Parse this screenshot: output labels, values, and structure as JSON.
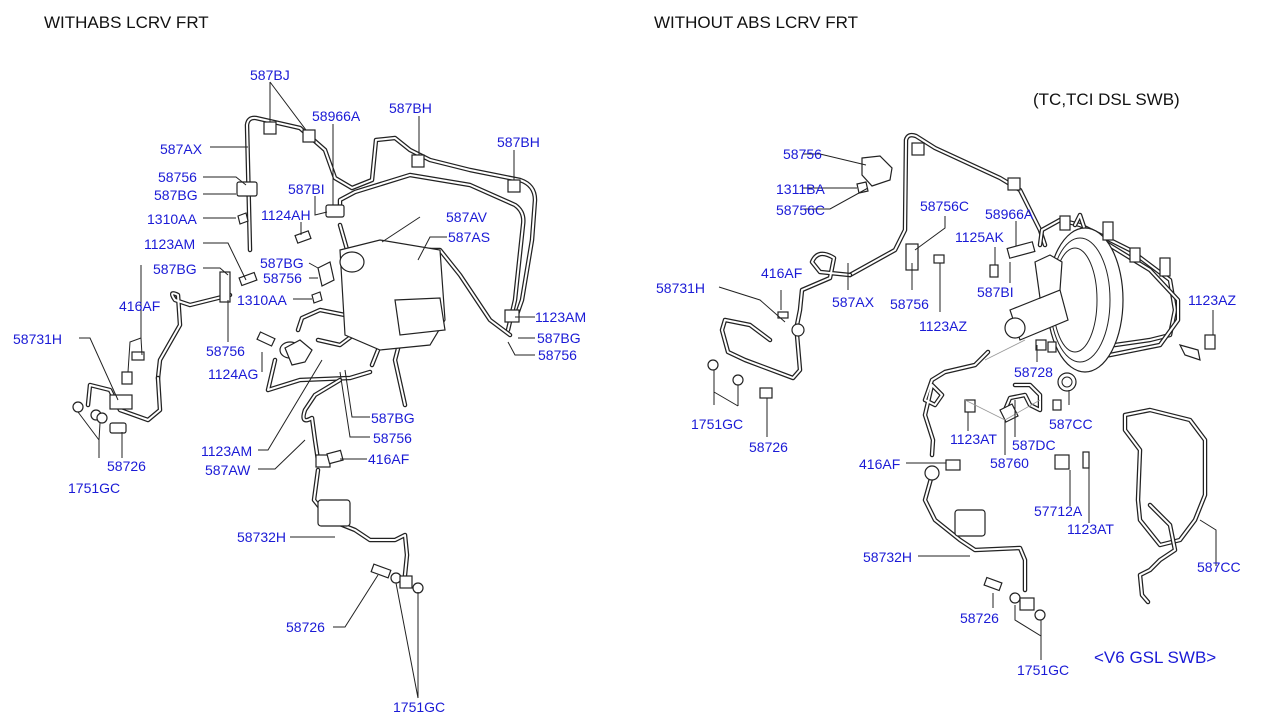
{
  "left_diagram": {
    "title": "WITHABS LCRV FRT",
    "labels": [
      {
        "id": "l1",
        "text": "587BJ"
      },
      {
        "id": "l2",
        "text": "58966A"
      },
      {
        "id": "l3",
        "text": "587BH"
      },
      {
        "id": "l4",
        "text": "587BH"
      },
      {
        "id": "l5",
        "text": "587AX"
      },
      {
        "id": "l6",
        "text": "58756"
      },
      {
        "id": "l7",
        "text": "587BG"
      },
      {
        "id": "l8",
        "text": "587BI"
      },
      {
        "id": "l9",
        "text": "1310AA"
      },
      {
        "id": "l10",
        "text": "1124AH"
      },
      {
        "id": "l11",
        "text": "587AV"
      },
      {
        "id": "l12",
        "text": "587AS"
      },
      {
        "id": "l13",
        "text": "1123AM"
      },
      {
        "id": "l14",
        "text": "587BG"
      },
      {
        "id": "l15",
        "text": "587BG"
      },
      {
        "id": "l16",
        "text": "58756"
      },
      {
        "id": "l17",
        "text": "1310AA"
      },
      {
        "id": "l18",
        "text": "416AF"
      },
      {
        "id": "l19",
        "text": "1123AM"
      },
      {
        "id": "l20",
        "text": "587BG"
      },
      {
        "id": "l21",
        "text": "58756"
      },
      {
        "id": "l22",
        "text": "58731H"
      },
      {
        "id": "l23",
        "text": "58756"
      },
      {
        "id": "l24",
        "text": "1124AG"
      },
      {
        "id": "l25",
        "text": "587BG"
      },
      {
        "id": "l26",
        "text": "58756"
      },
      {
        "id": "l27",
        "text": "1123AM"
      },
      {
        "id": "l28",
        "text": "416AF"
      },
      {
        "id": "l29",
        "text": "587AW"
      },
      {
        "id": "l30",
        "text": "58726"
      },
      {
        "id": "l31",
        "text": "1751GC"
      },
      {
        "id": "l32",
        "text": "58732H"
      },
      {
        "id": "l33",
        "text": "58726"
      },
      {
        "id": "l34",
        "text": "1751GC"
      }
    ]
  },
  "right_diagram": {
    "title": "WITHOUT ABS LCRV FRT",
    "variant_note_1": "(TC,TCI DSL     SWB)",
    "variant_note_2": "<V6 GSL    SWB>",
    "labels": [
      {
        "id": "r1",
        "text": "58756"
      },
      {
        "id": "r2",
        "text": "1311BA"
      },
      {
        "id": "r3",
        "text": "58756C"
      },
      {
        "id": "r4",
        "text": "58756C"
      },
      {
        "id": "r5",
        "text": "58966A"
      },
      {
        "id": "r6",
        "text": "1125AK"
      },
      {
        "id": "r7",
        "text": "587BI"
      },
      {
        "id": "r8",
        "text": "1123AZ"
      },
      {
        "id": "r9",
        "text": "416AF"
      },
      {
        "id": "r10",
        "text": "58731H"
      },
      {
        "id": "r11",
        "text": "587AX"
      },
      {
        "id": "r12",
        "text": "58756"
      },
      {
        "id": "r13",
        "text": "1123AZ"
      },
      {
        "id": "r14",
        "text": "58728"
      },
      {
        "id": "r15",
        "text": "587CC"
      },
      {
        "id": "r16",
        "text": "1751GC"
      },
      {
        "id": "r17",
        "text": "58726"
      },
      {
        "id": "r18",
        "text": "1123AT"
      },
      {
        "id": "r19",
        "text": "587DC"
      },
      {
        "id": "r20",
        "text": "58760"
      },
      {
        "id": "r21",
        "text": "416AF"
      },
      {
        "id": "r22",
        "text": "57712A"
      },
      {
        "id": "r23",
        "text": "1123AT"
      },
      {
        "id": "r24",
        "text": "58732H"
      },
      {
        "id": "r25",
        "text": "587CC"
      },
      {
        "id": "r26",
        "text": "58726"
      },
      {
        "id": "r27",
        "text": "1751GC"
      }
    ]
  },
  "colors": {
    "label": "#1a1ad6",
    "title": "#111111",
    "line": "#222222"
  }
}
